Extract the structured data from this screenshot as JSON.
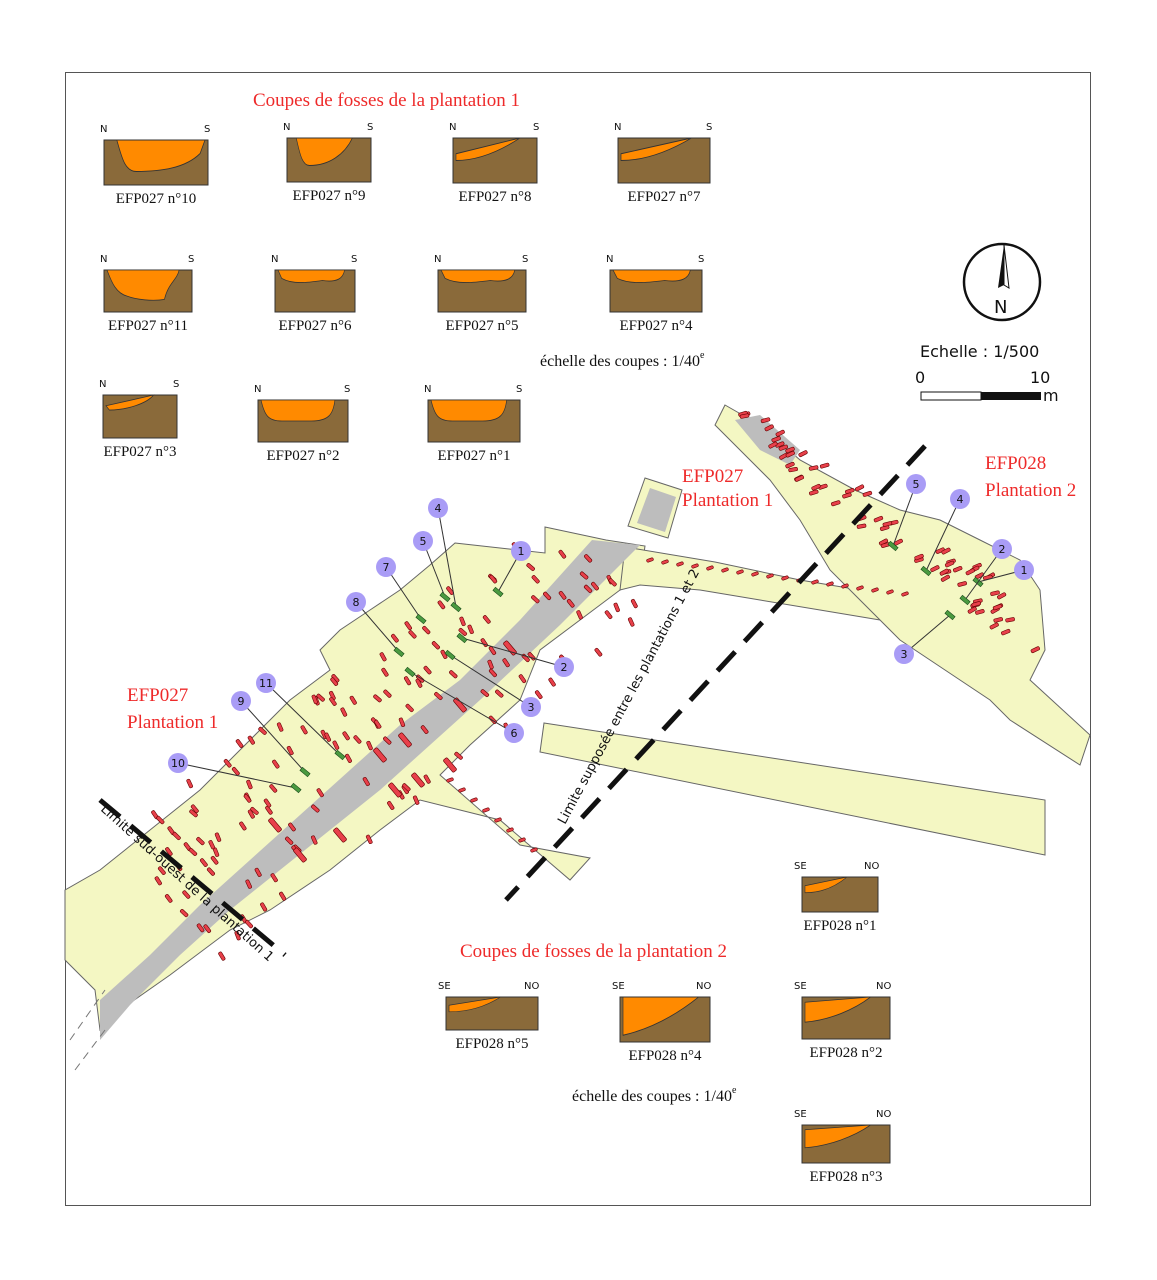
{
  "plantation1": {
    "title": "Coupes de fosses de la plantation 1",
    "scale_note_text": "échelle des coupes : 1/40",
    "scale_note_sup": "e",
    "cardinal_left": "N",
    "cardinal_right": "S",
    "sections": [
      {
        "label": "EFP027 n°10",
        "profile": "deep-left"
      },
      {
        "label": "EFP027 n°9",
        "profile": "left-slope"
      },
      {
        "label": "EFP027 n°8",
        "profile": "wedge"
      },
      {
        "label": "EFP027 n°7",
        "profile": "wedge"
      },
      {
        "label": "EFP027 n°11",
        "profile": "bowl-deep"
      },
      {
        "label": "EFP027 n°6",
        "profile": "shallow"
      },
      {
        "label": "EFP027 n°5",
        "profile": "shallow"
      },
      {
        "label": "EFP027 n°4",
        "profile": "shallow"
      },
      {
        "label": "EFP027 n°3",
        "profile": "thin"
      },
      {
        "label": "EFP027 n°2",
        "profile": "bowl"
      },
      {
        "label": "EFP027 n°1",
        "profile": "bowl"
      }
    ]
  },
  "plantation2": {
    "title": "Coupes de fosses de la plantation 2",
    "scale_note_text": "échelle des coupes : 1/40",
    "scale_note_sup": "e",
    "cardinal_left": "SE",
    "cardinal_right": "NO",
    "sections": [
      {
        "label": "EFP028 n°1",
        "profile": "triangle-small"
      },
      {
        "label": "EFP028 n°5",
        "profile": "triangle-small"
      },
      {
        "label": "EFP028 n°4",
        "profile": "triangle-big"
      },
      {
        "label": "EFP028 n°2",
        "profile": "triangle-med"
      },
      {
        "label": "EFP028 n°3",
        "profile": "triangle-med"
      }
    ]
  },
  "scale_bar": {
    "title": "Echelle : 1/500",
    "start": "0",
    "end": "10",
    "unit": "m"
  },
  "north_arrow": {
    "letter": "N"
  },
  "site_labels": {
    "efp027_upper_code": "EFP027",
    "efp027_upper_name": "Plantation 1",
    "efp027_left_code": "EFP027",
    "efp027_left_name": "Plantation 1",
    "efp028_code": "EFP028",
    "efp028_name": "Plantation 2"
  },
  "limit_labels": {
    "between": "Limite supposée entre les plantations 1 et 2",
    "southwest": "Limite sud-ouest de la plantation 1"
  },
  "markers_p1": [
    "1",
    "2",
    "3",
    "4",
    "5",
    "6",
    "7",
    "8",
    "9",
    "10",
    "11"
  ],
  "markers_p2": [
    "1",
    "2",
    "3",
    "4",
    "5"
  ],
  "colors": {
    "excavation": "#f4f7c3",
    "strip": "#bdbdbd",
    "fill_orange": "#ff8a00",
    "soil_brown": "#8a6a3a",
    "pit_red": "#e8404a",
    "pit_green": "#4a9a40",
    "marker": "#a99cf6",
    "label_red": "#ee2a2a"
  }
}
